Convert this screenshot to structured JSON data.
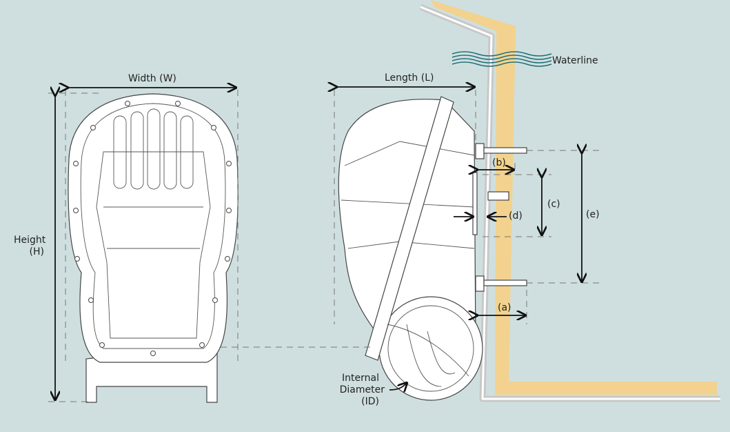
{
  "labels": {
    "width": "Width (W)",
    "height_line1": "Height",
    "height_line2": "(H)",
    "length": "Length (L)",
    "waterline": "Waterline",
    "a": "(a)",
    "b": "(b)",
    "c": "(c)",
    "d": "(d)",
    "e": "(e)",
    "id_line1": "Internal",
    "id_line2": "Diameter",
    "id_line3": "(ID)"
  },
  "colors": {
    "background": "#cfdfdf",
    "hull": "#f2d28e",
    "hull_lining": "#c8c8c8",
    "waterline": "#1f6f78"
  }
}
